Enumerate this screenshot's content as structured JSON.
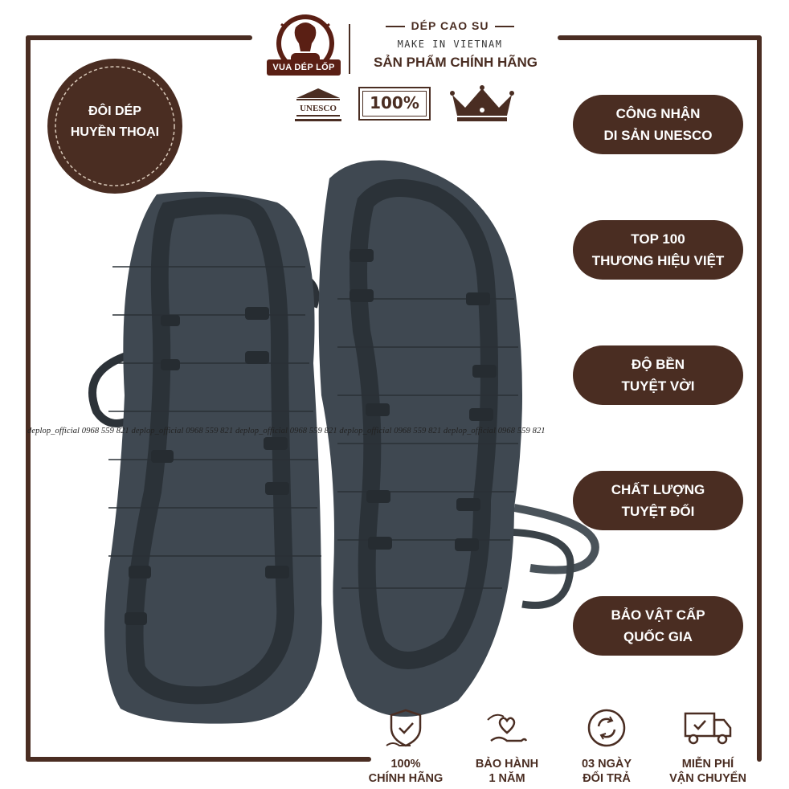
{
  "header": {
    "logo_text": "VUA DÉP LỐP",
    "brand_top": "DÉP CAO SU",
    "brand_make": "MAKE IN VIETNAM",
    "brand_main": "SẢN PHẨM CHÍNH HÃNG",
    "unesco_label": "UNESCO",
    "percent_label": "100%"
  },
  "round_badge": {
    "line1": "ĐÔI DÉP",
    "line2": "HUYỀN THOẠI"
  },
  "pills": [
    {
      "label": "CÔNG NHẬN\nDI SẢN UNESCO"
    },
    {
      "label": "TOP 100\nTHƯƠNG HIỆU VIỆT"
    },
    {
      "label": "ĐỘ BỀN\nTUYỆT VỜI"
    },
    {
      "label": "CHẤT LƯỢNG\nTUYỆT ĐỐI"
    },
    {
      "label": "BẢO VẬT CẤP\nQUỐC GIA"
    }
  ],
  "watermark": "deplop_official  0968 559 821    deplop_official  0968 559 821    deplop_official  0968 559 821    deplop_official  0968 559 821    deplop_official  0968 559 821",
  "features": [
    {
      "icon": "shield-check-icon",
      "label": "100%\nCHÍNH HÃNG"
    },
    {
      "icon": "hand-heart-icon",
      "label": "BẢO HÀNH\n1 NĂM"
    },
    {
      "icon": "refresh-cycle-icon",
      "label": "03 NGÀY\nĐỔI TRẢ"
    },
    {
      "icon": "delivery-truck-icon",
      "label": "MIỄN PHÍ\nVẬN CHUYỂN"
    }
  ],
  "colors": {
    "brand_brown": "#4a2d22",
    "logo_red": "#5a1f14",
    "sole": "#3c454d"
  }
}
